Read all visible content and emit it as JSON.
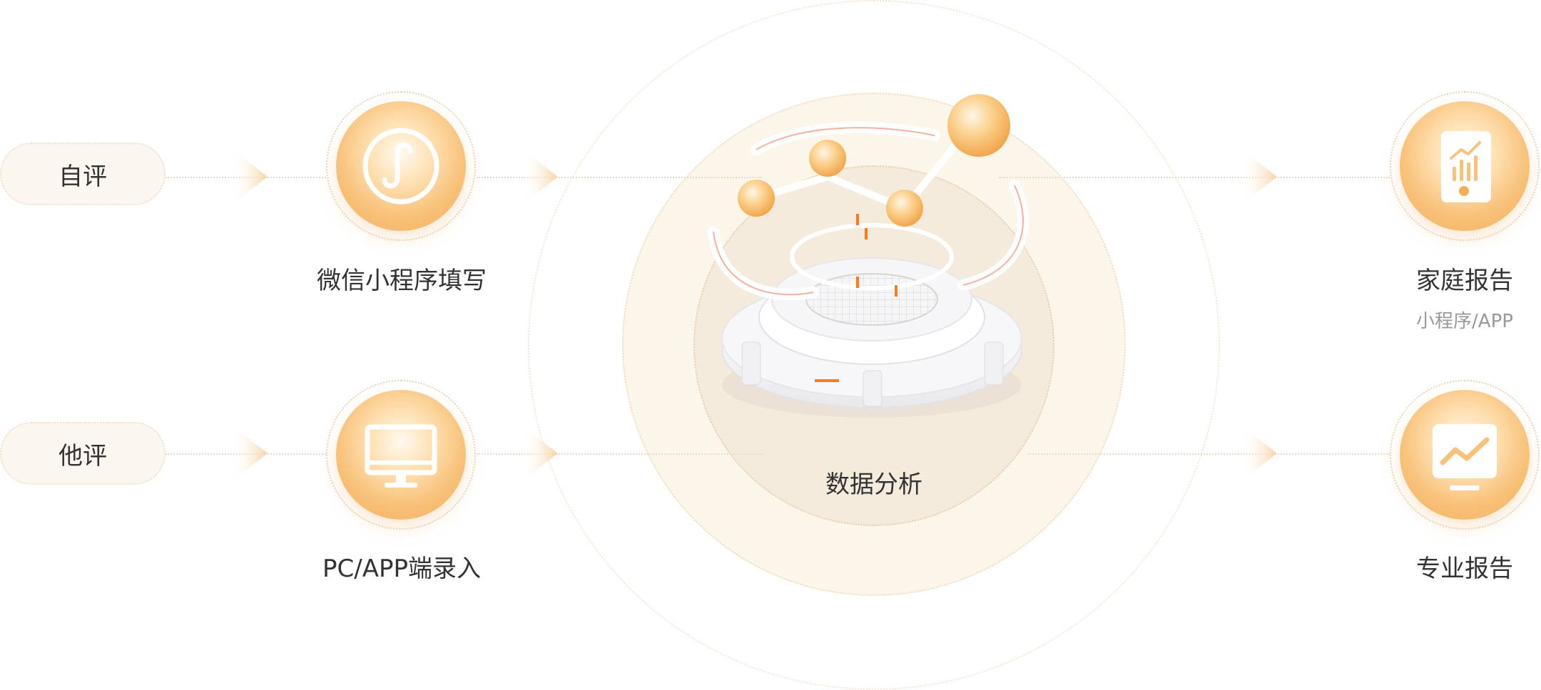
{
  "inputs": {
    "self_eval": "自评",
    "peer_eval": "他评"
  },
  "channels": [
    {
      "label": "微信小程序填写",
      "icon": "mini-program-icon"
    },
    {
      "label": "PC/APP端录入",
      "icon": "monitor-icon"
    }
  ],
  "center": {
    "label": "数据分析",
    "icon": "data-platform-icon"
  },
  "outputs": [
    {
      "label": "家庭报告",
      "sublabel": "小程序/APP",
      "icon": "phone-chart-icon"
    },
    {
      "label": "专业报告",
      "icon": "screen-trend-icon"
    }
  ],
  "colors": {
    "accent": "#f3ae5a",
    "accent_light": "#ffe3b8",
    "text": "#333333",
    "subtext": "#999999",
    "highlight": "#ff7a1a"
  }
}
